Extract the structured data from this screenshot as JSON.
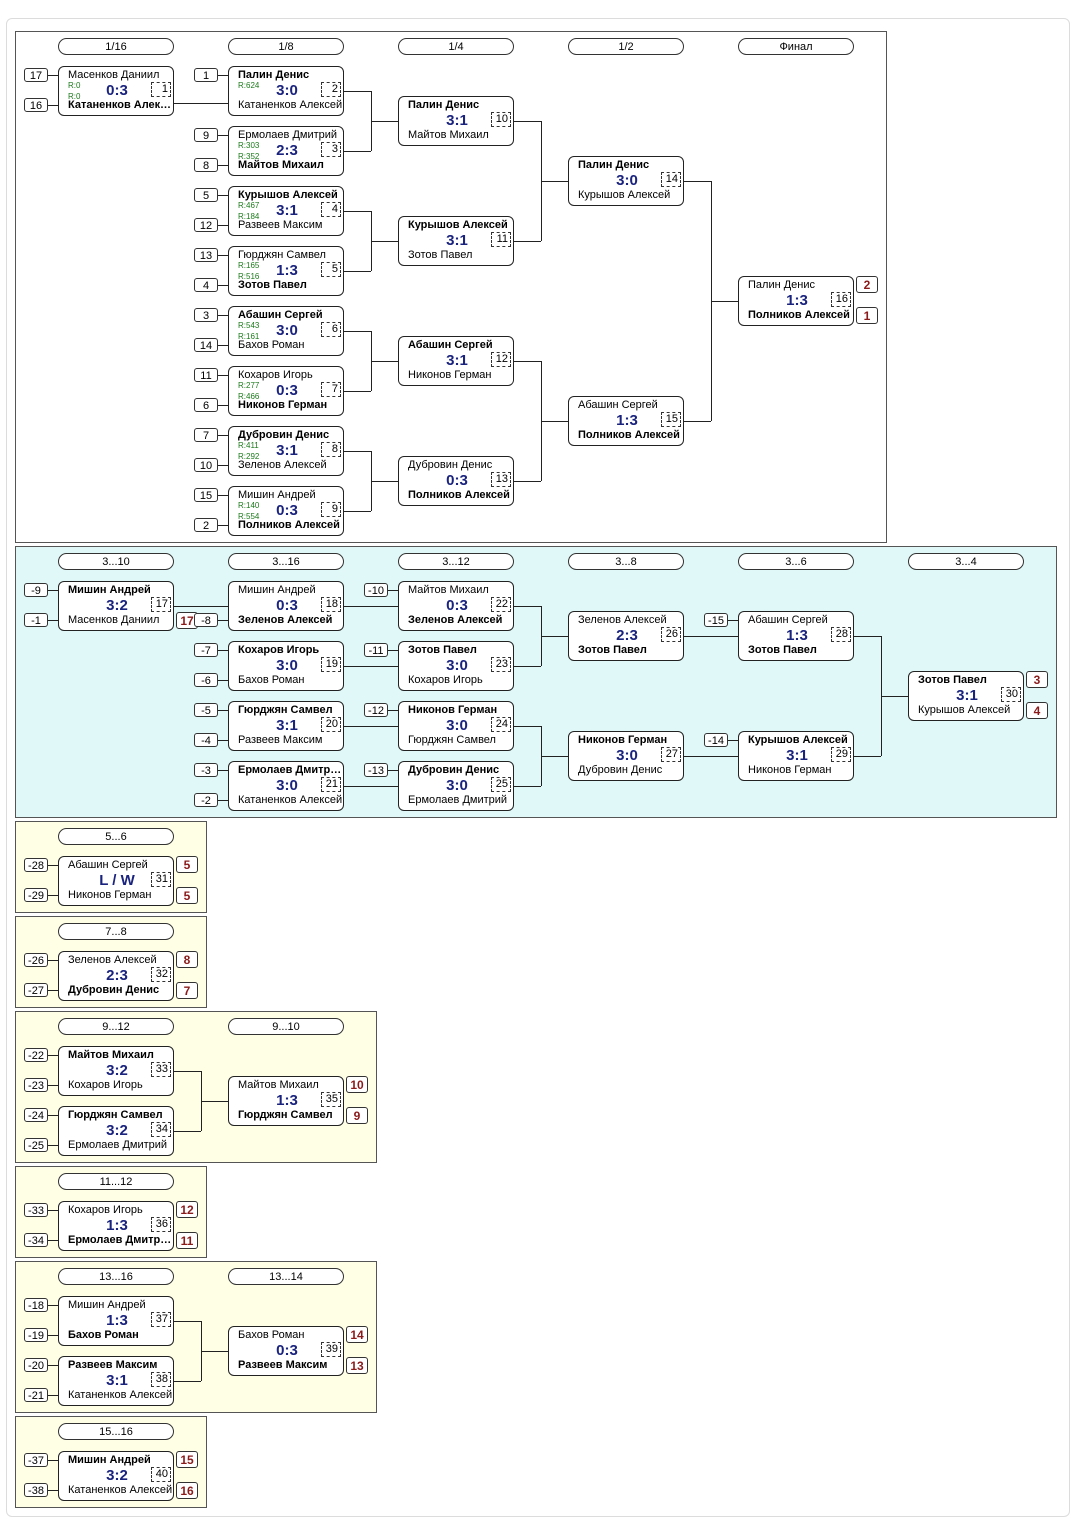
{
  "colors": {
    "main_bg": "#ffffff",
    "consolation_bg": "#e0f8f8",
    "placement_bg": "#ffffe6",
    "score_color": "#1a237e",
    "rating_color": "#1b7a1b",
    "place_color": "#8b1a1a"
  },
  "sections": [
    {
      "id": "main",
      "bg": "#ffffff",
      "rounds": [
        "1/16",
        "1/8",
        "1/4",
        "1/2",
        "Финал"
      ],
      "matches": [
        {
          "n": "1",
          "p1": "Масенков Даниил",
          "p2": "Катаненков Алексей",
          "w": 2,
          "score": "0:3",
          "r1": "R:0",
          "r2": "R:0",
          "s1": "17",
          "s2": "16"
        },
        {
          "n": "2",
          "p1": "Палин Денис",
          "p2": "Катаненков Алексей",
          "w": 1,
          "score": "3:0",
          "r1": "R:624",
          "r2": "",
          "s1": "1"
        },
        {
          "n": "3",
          "p1": "Ермолаев Дмитрий",
          "p2": "Майтов Михаил",
          "w": 2,
          "score": "2:3",
          "r1": "R:303",
          "r2": "R:352",
          "s1": "9",
          "s2": "8"
        },
        {
          "n": "4",
          "p1": "Курышов Алексей",
          "p2": "Развеев Максим",
          "w": 1,
          "score": "3:1",
          "r1": "R:467",
          "r2": "R:184",
          "s1": "5",
          "s2": "12"
        },
        {
          "n": "5",
          "p1": "Гюрджян Самвел",
          "p2": "Зотов Павел",
          "w": 2,
          "score": "1:3",
          "r1": "R:165",
          "r2": "R:516",
          "s1": "13",
          "s2": "4"
        },
        {
          "n": "6",
          "p1": "Абашин Сергей",
          "p2": "Бахов Роман",
          "w": 1,
          "score": "3:0",
          "r1": "R:543",
          "r2": "R:161",
          "s1": "3",
          "s2": "14"
        },
        {
          "n": "7",
          "p1": "Кохаров Игорь",
          "p2": "Никонов Герман",
          "w": 2,
          "score": "0:3",
          "r1": "R:277",
          "r2": "R:466",
          "s1": "11",
          "s2": "6"
        },
        {
          "n": "8",
          "p1": "Дубровин Денис",
          "p2": "Зеленов Алексей",
          "w": 1,
          "score": "3:1",
          "r1": "R:411",
          "r2": "R:292",
          "s1": "7",
          "s2": "10"
        },
        {
          "n": "9",
          "p1": "Мишин Андрей",
          "p2": "Полников Алексей",
          "w": 2,
          "score": "0:3",
          "r1": "R:140",
          "r2": "R:554",
          "s1": "15",
          "s2": "2"
        },
        {
          "n": "10",
          "p1": "Палин Денис",
          "p2": "Майтов Михаил",
          "w": 1,
          "score": "3:1"
        },
        {
          "n": "11",
          "p1": "Курышов Алексей",
          "p2": "Зотов Павел",
          "w": 1,
          "score": "3:1"
        },
        {
          "n": "12",
          "p1": "Абашин Сергей",
          "p2": "Никонов Герман",
          "w": 1,
          "score": "3:1"
        },
        {
          "n": "13",
          "p1": "Дубровин Денис",
          "p2": "Полников Алексей",
          "w": 2,
          "score": "0:3"
        },
        {
          "n": "14",
          "p1": "Палин Денис",
          "p2": "Курышов Алексей",
          "w": 1,
          "score": "3:0"
        },
        {
          "n": "15",
          "p1": "Абашин Сергей",
          "p2": "Полников Алексей",
          "w": 2,
          "score": "1:3"
        },
        {
          "n": "16",
          "p1": "Палин Денис",
          "p2": "Полников Алексей",
          "w": 2,
          "score": "1:3",
          "pl1": "2",
          "pl2": "1"
        }
      ]
    },
    {
      "id": "c3_4",
      "bg": "#e0f8f8",
      "rounds": [
        "3...10",
        "3...16",
        "3...12",
        "3...8",
        "3...6",
        "3...4"
      ],
      "matches": [
        {
          "n": "17",
          "p1": "Мишин Андрей",
          "p2": "Масенков Даниил",
          "w": 1,
          "score": "3:2",
          "s1": "-9",
          "s2": "-1",
          "pl2": "17"
        },
        {
          "n": "18",
          "p1": "Мишин Андрей",
          "p2": "Зеленов Алексей",
          "w": 2,
          "score": "0:3",
          "s2": "-8"
        },
        {
          "n": "19",
          "p1": "Кохаров Игорь",
          "p2": "Бахов Роман",
          "w": 1,
          "score": "3:0",
          "s1": "-7",
          "s2": "-6"
        },
        {
          "n": "20",
          "p1": "Гюрджян Самвел",
          "p2": "Развеев Максим",
          "w": 1,
          "score": "3:1",
          "s1": "-5",
          "s2": "-4"
        },
        {
          "n": "21",
          "p1": "Ермолаев Дмитрий",
          "p2": "Катаненков Алексей",
          "w": 1,
          "score": "3:0",
          "s1": "-3",
          "s2": "-2"
        },
        {
          "n": "22",
          "p1": "Майтов Михаил",
          "p2": "Зеленов Алексей",
          "w": 2,
          "score": "0:3",
          "s1": "-10"
        },
        {
          "n": "23",
          "p1": "Зотов Павел",
          "p2": "Кохаров Игорь",
          "w": 1,
          "score": "3:0",
          "s1": "-11"
        },
        {
          "n": "24",
          "p1": "Никонов Герман",
          "p2": "Гюрджян Самвел",
          "w": 1,
          "score": "3:0",
          "s1": "-12"
        },
        {
          "n": "25",
          "p1": "Дубровин Денис",
          "p2": "Ермолаев Дмитрий",
          "w": 1,
          "score": "3:0",
          "s1": "-13"
        },
        {
          "n": "26",
          "p1": "Зеленов Алексей",
          "p2": "Зотов Павел",
          "w": 2,
          "score": "2:3"
        },
        {
          "n": "27",
          "p1": "Никонов Герман",
          "p2": "Дубровин Денис",
          "w": 1,
          "score": "3:0"
        },
        {
          "n": "28",
          "p1": "Абашин Сергей",
          "p2": "Зотов Павел",
          "w": 2,
          "score": "1:3",
          "s1": "-15"
        },
        {
          "n": "29",
          "p1": "Курышов Алексей",
          "p2": "Никонов Герман",
          "w": 1,
          "score": "3:1",
          "s1": "-14"
        },
        {
          "n": "30",
          "p1": "Зотов Павел",
          "p2": "Курышов Алексей",
          "w": 1,
          "score": "3:1",
          "pl1": "3",
          "pl2": "4"
        }
      ]
    },
    {
      "id": "c5_6",
      "bg": "#ffffe6",
      "rounds": [
        "5...6"
      ],
      "matches": [
        {
          "n": "31",
          "p1": "Абашин Сергей",
          "p2": "Никонов Герман",
          "w": 0,
          "score": "L / W",
          "s1": "-28",
          "s2": "-29",
          "pl1": "5",
          "pl2": "5"
        }
      ]
    },
    {
      "id": "c7_8",
      "bg": "#ffffe6",
      "rounds": [
        "7...8"
      ],
      "matches": [
        {
          "n": "32",
          "p1": "Зеленов Алексей",
          "p2": "Дубровин Денис",
          "w": 2,
          "score": "2:3",
          "s1": "-26",
          "s2": "-27",
          "pl1": "8",
          "pl2": "7"
        }
      ]
    },
    {
      "id": "c9_12",
      "bg": "#ffffe6",
      "rounds": [
        "9...12",
        "9...10"
      ],
      "matches": [
        {
          "n": "33",
          "p1": "Майтов Михаил",
          "p2": "Кохаров Игорь",
          "w": 1,
          "score": "3:2",
          "s1": "-22",
          "s2": "-23"
        },
        {
          "n": "34",
          "p1": "Гюрджян Самвел",
          "p2": "Ермолаев Дмитрий",
          "w": 1,
          "score": "3:2",
          "s1": "-24",
          "s2": "-25"
        },
        {
          "n": "35",
          "p1": "Майтов Михаил",
          "p2": "Гюрджян Самвел",
          "w": 2,
          "score": "1:3",
          "pl1": "10",
          "pl2": "9"
        }
      ]
    },
    {
      "id": "c11_12",
      "bg": "#ffffe6",
      "rounds": [
        "11...12"
      ],
      "matches": [
        {
          "n": "36",
          "p1": "Кохаров Игорь",
          "p2": "Ермолаев Дмитрий",
          "w": 2,
          "score": "1:3",
          "s1": "-33",
          "s2": "-34",
          "pl1": "12",
          "pl2": "11"
        }
      ]
    },
    {
      "id": "c13_16",
      "bg": "#ffffe6",
      "rounds": [
        "13...16",
        "13...14"
      ],
      "matches": [
        {
          "n": "37",
          "p1": "Мишин Андрей",
          "p2": "Бахов Роман",
          "w": 2,
          "score": "1:3",
          "s1": "-18",
          "s2": "-19"
        },
        {
          "n": "38",
          "p1": "Развеев Максим",
          "p2": "Катаненков Алексей",
          "w": 1,
          "score": "3:1",
          "s1": "-20",
          "s2": "-21"
        },
        {
          "n": "39",
          "p1": "Бахов Роман",
          "p2": "Развеев Максим",
          "w": 2,
          "score": "0:3",
          "pl1": "14",
          "pl2": "13"
        }
      ]
    },
    {
      "id": "c15_16",
      "bg": "#ffffe6",
      "rounds": [
        "15...16"
      ],
      "matches": [
        {
          "n": "40",
          "p1": "Мишин Андрей",
          "p2": "Катаненков Алексей",
          "w": 1,
          "score": "3:2",
          "s1": "-37",
          "s2": "-38",
          "pl1": "15",
          "pl2": "16"
        }
      ]
    }
  ]
}
